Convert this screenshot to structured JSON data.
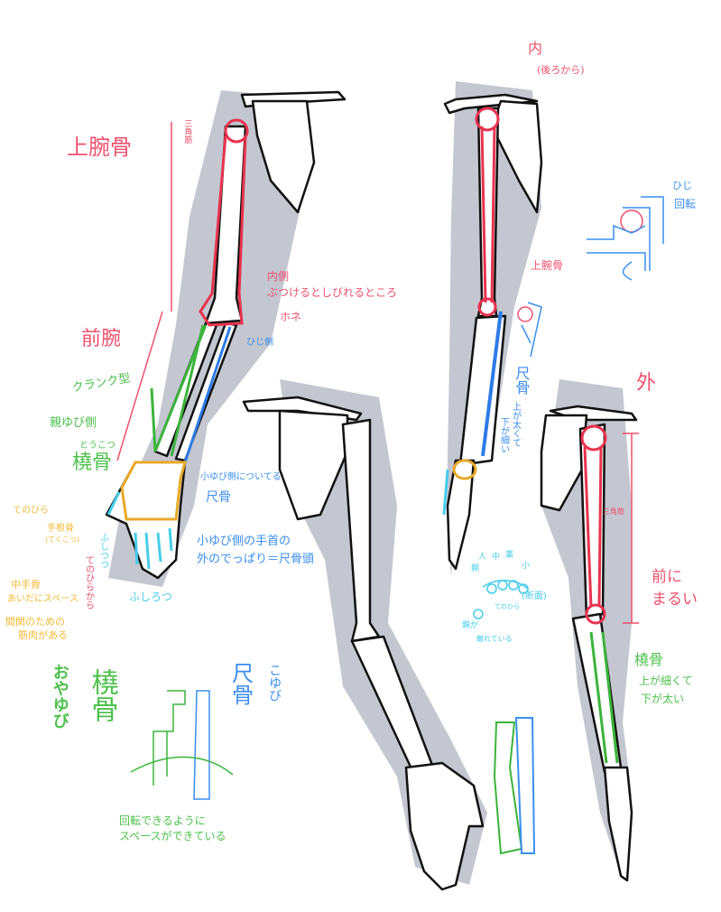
{
  "colors": {
    "humerus": "#e8334f",
    "ulna": "#2f7be8",
    "radius": "#3cb43c",
    "carpal": "#e8a92a",
    "finger": "#45cdea",
    "shadow": "#c4c6d0"
  },
  "arm_front": {
    "humerus_label": "上腕骨",
    "deltoid_label": "三角筋",
    "inner_note": [
      "内側",
      "ぶつけるとしびれるところ",
      "ホネ"
    ],
    "forearm_label": "前腕",
    "elbow_side": "ひじ側",
    "crank_label": "クランク型",
    "thumb_side": "親ゆび側",
    "radius_reading": "とうこつ",
    "radius_label": "橈骨",
    "ulna_note": "小ゆび側についてる",
    "ulna_label": "尺骨",
    "palm_label": "てのひら",
    "carpal_label": "手根骨",
    "carpal_reading": "(てくこつ)",
    "metacarpal_note": [
      "中手骨",
      "あいだにスペース",
      "間関のための",
      "筋肉がある"
    ],
    "knuckle_short": "ふしつつ",
    "knuckle_label": "ふしろつ",
    "palm_side_note": "てのひらから",
    "wrist_note": [
      "小ゆび側の手首の",
      "外のでっぱり＝尺骨頭"
    ]
  },
  "rotation_diagram": {
    "thumb": "おやゆび",
    "radius": "橈骨",
    "ulna": "尺骨",
    "pinky": "こゆび",
    "note": [
      "回転できるように",
      "スペースができている"
    ]
  },
  "arm_back": {
    "title": "内",
    "subtitle": "(後ろから)",
    "elbow_label": [
      "ひじ",
      "回転"
    ],
    "humerus_label": "上腕骨",
    "ulna_label": "尺骨",
    "ulna_note": [
      "上が太くて",
      "下が細い"
    ]
  },
  "cross_section": {
    "fingers": [
      "親",
      "人",
      "中",
      "薬",
      "小"
    ],
    "section_label": "(断面)",
    "palm": "てのひら",
    "note": [
      "親が",
      "離れている"
    ]
  },
  "arm_outer": {
    "title": "外",
    "deltoid_label": "三角筋",
    "note": [
      "前に",
      "まるい"
    ],
    "radius_label": "橈骨",
    "radius_note": [
      "上が細くて",
      "下が太い"
    ]
  }
}
